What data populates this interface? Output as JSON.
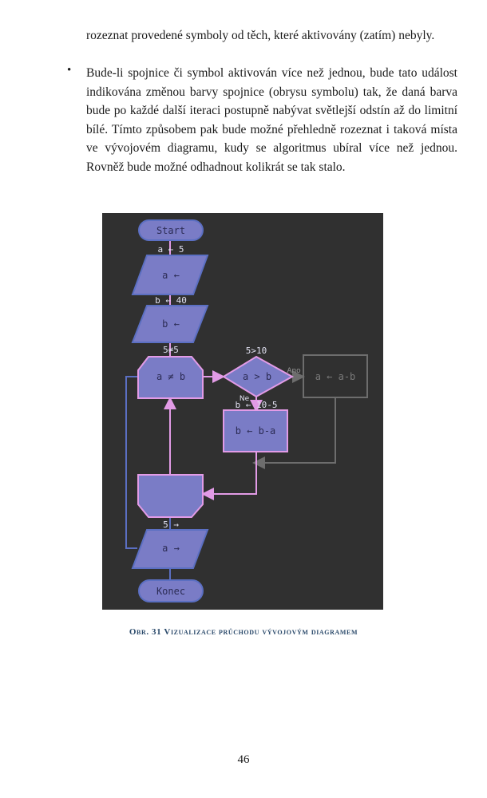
{
  "text": {
    "para1": "rozeznat provedené symboly od těch, které aktivovány (zatím) nebyly.",
    "para2": "Bude-li spojnice či symbol aktivován více než jednou, bude tato událost indikována změnou barvy spojnice (obrysu symbolu) tak, že daná barva bude po každé další iteraci postupně nabývat světlejší odstín až do limitní bílé. Tímto způsobem pak bude možné přehledně rozeznat i taková místa ve vývojovém diagramu, kudy se algoritmus ubíral více než jednou.  Rovněž bude možné odhadnout kolikrát se tak stalo."
  },
  "figure": {
    "colors": {
      "background": "#303030",
      "active_fill": "#7a7cc6",
      "active_stroke": "#e29be6",
      "inactive_stroke": "#6d6d6d",
      "loop_line": "#5b6fc2",
      "label_text": "#e0e0f0",
      "node_text": "#2c2c55"
    },
    "nodes": {
      "start": "Start",
      "input_a": "a ←",
      "input_b": "b ←",
      "loop_condition": "a ≠ b",
      "decision": "a > b",
      "assign_a": "a ← a-b",
      "assign_b": "b ← b-a",
      "loop_end": "",
      "output_a": "a →",
      "end": "Konec"
    },
    "annotations": {
      "input_a_value": "a ← 5",
      "input_b_value": "b ← 40",
      "loop_value": "5≠5",
      "decision_value": "5>10",
      "yes": "Ano",
      "no": "Ne",
      "assign_b_value": "b ← 10-5",
      "output_value": "5 →"
    }
  },
  "caption": "Obr. 31 Vizualizace průchodu vývojovým diagramem",
  "page_number": "46"
}
